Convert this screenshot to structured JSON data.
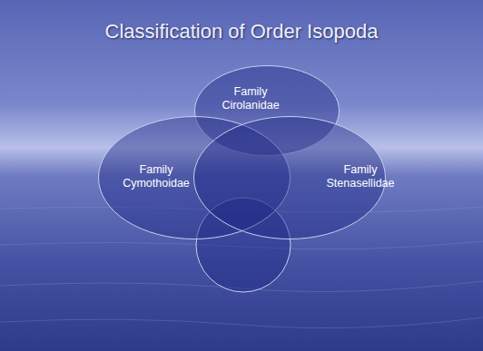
{
  "diagram": {
    "title": "Classification of Order Isopoda",
    "nodes": [
      {
        "text": [
          "Family Cirolanidae"
        ]
      },
      {
        "text": [
          "Family Cymothoidae"
        ]
      },
      {
        "text": [
          "Family Stenasellidae"
        ]
      }
    ]
  }
}
